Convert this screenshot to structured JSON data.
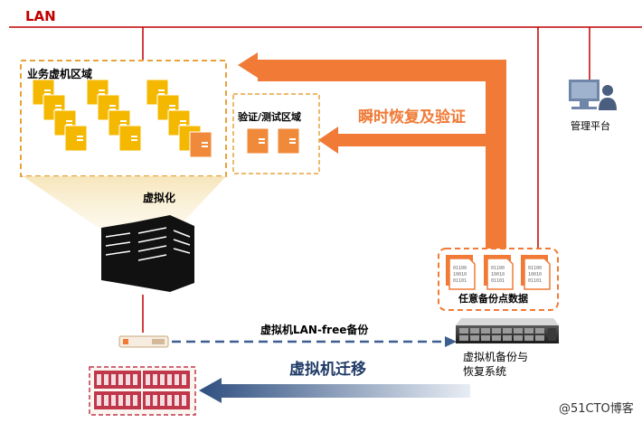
{
  "lan_label": "LAN",
  "business_zone_label": "业务虚机区域",
  "test_zone_label": "验证/测试区域",
  "virtualize_label": "虚拟化",
  "instant_recovery_label": "瞬时恢复及验证",
  "mgmt_label": "管理平台",
  "backup_points_label": "任意备份点数据",
  "backup_system_line1": "虚拟机备份与",
  "backup_system_line2": "恢复系统",
  "lanfree_label": "虚拟机LAN-free备份",
  "migration_label": "虚拟机迁移",
  "watermark": "@51CTO博客",
  "file_icon_lines": [
    "01100",
    "10010",
    "01101"
  ],
  "colors": {
    "lan": "#c00000",
    "orange": "#f07a36",
    "dashed_border": "#e8a23a",
    "vm_yellow": "#f5b800",
    "vm_orange": "#f08a3a",
    "storage_red": "#c0364a",
    "lanfree_blue": "#3d5f8f",
    "migration_blue": "#4a6a9a"
  }
}
